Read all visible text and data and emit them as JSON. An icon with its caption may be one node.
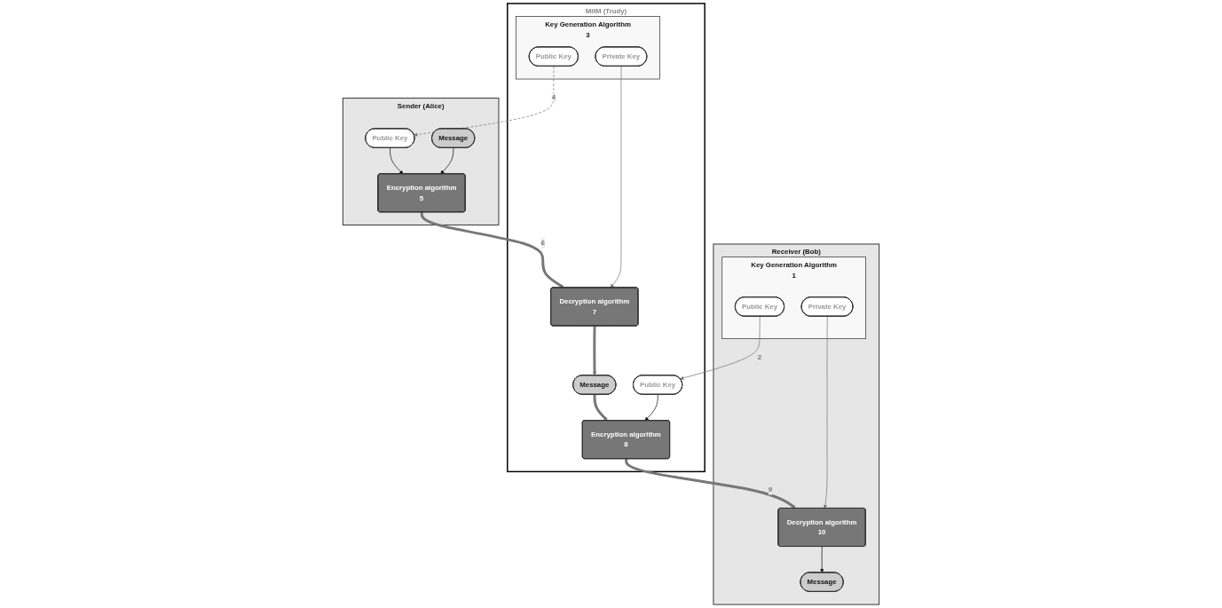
{
  "diagram": {
    "nodes": [
      {
        "text": [
          "Sender (Alice)"
        ]
      },
      {
        "text": [
          "Public Key"
        ],
        "in": 0
      },
      {
        "text": [
          "Encryption algorithm",
          "5"
        ],
        "in": 0
      },
      {
        "text": [
          "Message"
        ],
        "in": 0
      },
      {
        "text": [
          "MitM (Trudy)"
        ]
      },
      {
        "text": [
          "Key Generation Algorithm",
          "3"
        ],
        "in": 4
      },
      {
        "text": [
          "Public Key"
        ],
        "in": 5
      },
      {
        "text": [
          "Private Key"
        ],
        "in": 5
      },
      {
        "text": [
          "Decryption algorithm",
          "7"
        ],
        "in": 4
      },
      {
        "text": [
          "Message"
        ],
        "in": 4
      },
      {
        "text": [
          "Encryption algorithm",
          "8"
        ],
        "in": 4
      },
      {
        "text": [
          "Public Key"
        ],
        "in": 4
      },
      {
        "text": [
          "Receiver (Bob)"
        ]
      },
      {
        "text": [
          "Message"
        ],
        "in": 12
      },
      {
        "text": [
          "Decryption algorithm",
          "10"
        ],
        "in": 12
      },
      {
        "text": [
          "Key Generation Algorithm",
          "1"
        ],
        "in": 12
      },
      {
        "text": [
          "Private Key"
        ],
        "in": 15
      },
      {
        "text": [
          "Public Key"
        ],
        "in": 15
      }
    ],
    "edges": [
      {
        "from": 6,
        "to": 1,
        "arrow": "to",
        "label": "4",
        "style": "dashed"
      },
      {
        "from": 1,
        "to": 2,
        "arrow": "to",
        "color": "#111111"
      },
      {
        "from": 3,
        "to": 2,
        "arrow": "to",
        "color": "#111111"
      },
      {
        "from": 2,
        "to": 8,
        "arrow": "to",
        "label": "6",
        "style": "thick"
      },
      {
        "from": 7,
        "to": 8,
        "arrow": "to"
      },
      {
        "from": 8,
        "to": 9,
        "arrow": "to",
        "style": "thick"
      },
      {
        "from": 9,
        "to": 10,
        "arrow": "to",
        "style": "thick"
      },
      {
        "from": 11,
        "to": 10,
        "arrow": "to",
        "color": "#111111"
      },
      {
        "from": 10,
        "to": 14,
        "arrow": "to",
        "label": "9",
        "style": "thick"
      },
      {
        "from": 14,
        "to": 13,
        "arrow": "to",
        "color": "#111111"
      },
      {
        "from": 16,
        "to": 14,
        "arrow": "to"
      },
      {
        "from": 17,
        "to": 11,
        "arrow": "to",
        "label": "2"
      }
    ]
  }
}
